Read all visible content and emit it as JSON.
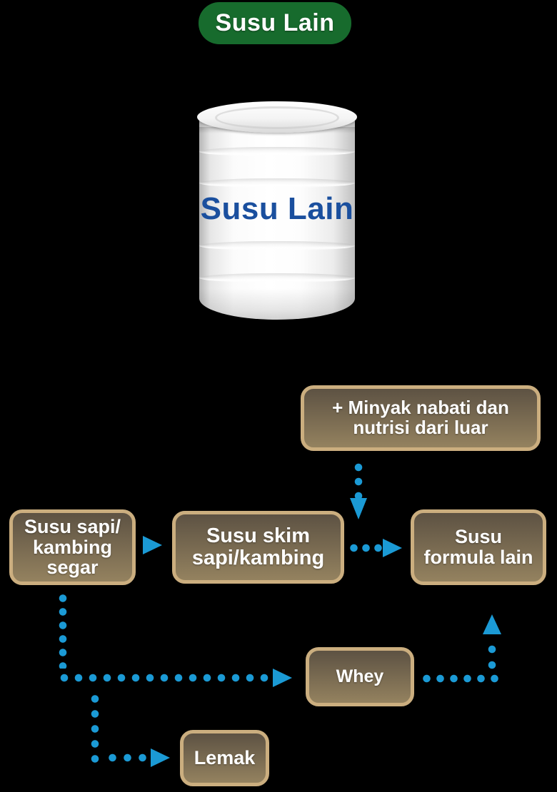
{
  "header": {
    "badge_label": "Susu Lain"
  },
  "can": {
    "label": "Susu Lain"
  },
  "flowchart": {
    "nodes": {
      "additives": {
        "lines": [
          "+ Minyak nabati dan",
          "nutrisi dari luar"
        ]
      },
      "fresh_milk": {
        "lines": [
          "Susu sapi/",
          "kambing",
          "segar"
        ]
      },
      "skim_milk": {
        "lines": [
          "Susu skim",
          "sapi/kambing"
        ]
      },
      "formula_milk": {
        "lines": [
          "Susu",
          "formula lain"
        ]
      },
      "whey": {
        "lines": [
          "Whey"
        ]
      },
      "fat": {
        "lines": [
          "Lemak"
        ]
      }
    },
    "connections": [
      {
        "from": "fresh_milk",
        "to": "skim_milk",
        "style": "solid-arrow"
      },
      {
        "from": "additives",
        "to": "formula_milk",
        "style": "dotted-arrow"
      },
      {
        "from": "skim_milk",
        "to": "formula_milk",
        "style": "dotted-arrow"
      },
      {
        "from": "fresh_milk",
        "to": "whey",
        "style": "dotted-arrow"
      },
      {
        "from": "fresh_milk",
        "to": "fat",
        "style": "dotted-arrow"
      },
      {
        "from": "whey",
        "to": "formula_milk",
        "style": "dotted-arrow"
      }
    ]
  },
  "colors": {
    "background": "#000000",
    "badge_green": "#176b2d",
    "arrow_blue": "#1b9ad5",
    "node_border": "#cbae7f",
    "node_gradient_top": "#5d5243",
    "node_gradient_bottom": "#94825f",
    "node_text": "#ffffff",
    "can_label_blue": "#1a4f9e"
  }
}
